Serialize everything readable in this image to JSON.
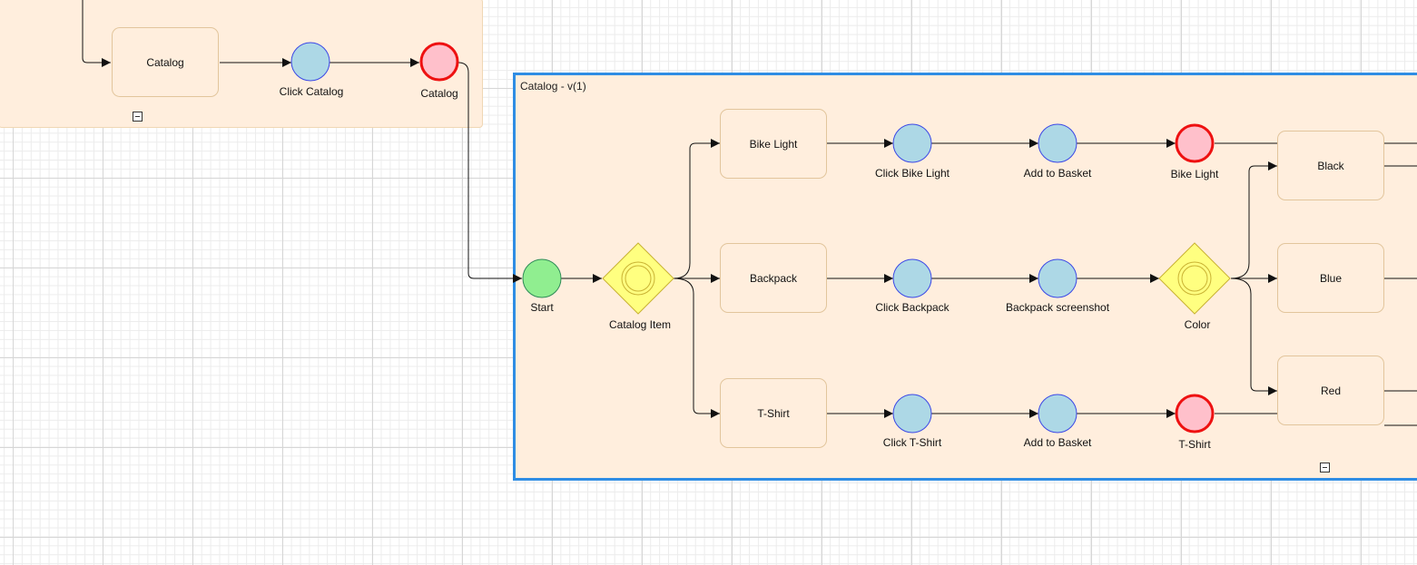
{
  "pool_main": {
    "title": "Catalog - v(1)"
  },
  "tasks": {
    "catalog": "Catalog",
    "bike_light": "Bike Light",
    "backpack": "Backpack",
    "tshirt": "T-Shirt",
    "black": "Black",
    "blue": "Blue",
    "red": "Red"
  },
  "events": {
    "click_catalog": "Click Catalog",
    "catalog_end": "Catalog",
    "start": "Start",
    "click_bike_light": "Click Bike Light",
    "add_to_basket_1": "Add to Basket",
    "bike_light_end": "Bike Light",
    "click_backpack": "Click Backpack",
    "backpack_screenshot": "Backpack screenshot",
    "click_tshirt": "Click T-Shirt",
    "add_to_basket_2": "Add to Basket",
    "tshirt_end": "T-Shirt"
  },
  "gateways": {
    "catalog_item": "Catalog Item",
    "color": "Color"
  },
  "colors": {
    "pool_fill": "#ffeedd",
    "pool_border": "#f0d7b4",
    "selection_border": "#2f8de4",
    "task_border": "#e2c59c",
    "event_fill": "#add8e6",
    "event_stroke": "#3b47e6",
    "end_fill": "#ffc0cb",
    "end_stroke": "#ee1111",
    "start_fill": "#90ee90",
    "start_stroke": "#2e8b57",
    "gateway_fill": "#ffff80",
    "gateway_stroke": "#c9b233"
  }
}
